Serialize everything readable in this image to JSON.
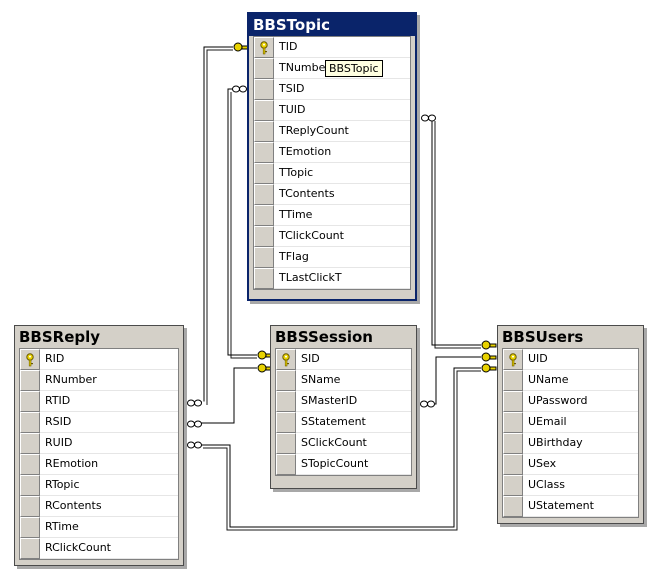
{
  "tables": {
    "topic": {
      "name": "BBSTopic",
      "columns": [
        "TID",
        "TNumber",
        "TSID",
        "TUID",
        "TReplyCount",
        "TEmotion",
        "TTopic",
        "TContents",
        "TTime",
        "TClickCount",
        "TFlag",
        "TLastClickT"
      ],
      "key_column": "TID"
    },
    "reply": {
      "name": "BBSReply",
      "columns": [
        "RID",
        "RNumber",
        "RTID",
        "RSID",
        "RUID",
        "REmotion",
        "RTopic",
        "RContents",
        "RTime",
        "RClickCount"
      ],
      "key_column": "RID"
    },
    "session": {
      "name": "BBSSession",
      "columns": [
        "SID",
        "SName",
        "SMasterID",
        "SStatement",
        "SClickCount",
        "STopicCount"
      ],
      "key_column": "SID"
    },
    "users": {
      "name": "BBSUsers",
      "columns": [
        "UID",
        "UName",
        "UPassword",
        "UEmail",
        "UBirthday",
        "USex",
        "UClass",
        "UStatement"
      ],
      "key_column": "UID"
    }
  },
  "tooltip": {
    "text": "BBSTopic"
  },
  "colors": {
    "selected_title": "#0a246a",
    "line": "#000000",
    "key_fill": "#e8d200"
  },
  "icons": {
    "key": "key-icon",
    "infinity": "infinity-icon"
  }
}
